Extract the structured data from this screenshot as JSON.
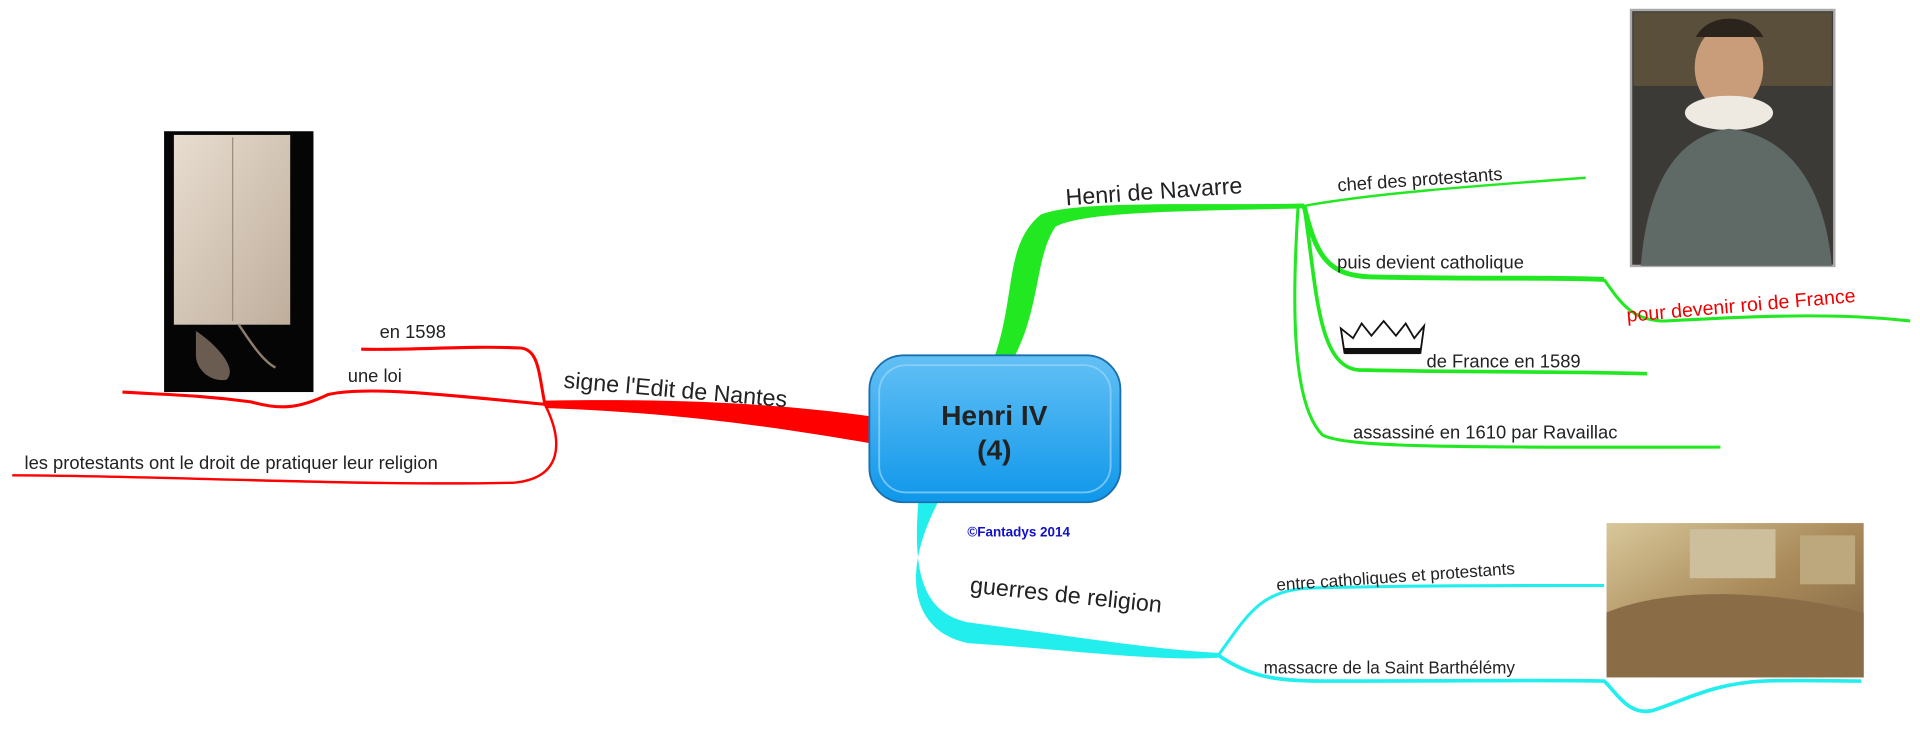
{
  "center": {
    "title": "Henri IV",
    "subtitle": "(4)",
    "credit": "©Fantadys 2014"
  },
  "branches": {
    "edit": {
      "label": "signe l'Edit de Nantes",
      "color": "#ff0000",
      "children": [
        "en 1598",
        "une loi",
        "les protestants ont le droit de pratiquer leur religion"
      ]
    },
    "navarre": {
      "label": "Henri de Navarre",
      "color": "#22e822",
      "children": [
        "chef des protestants",
        "puis devient catholique",
        "de France en 1589",
        "assassiné en 1610 par Ravaillac"
      ],
      "sub_child": "pour devenir roi de France",
      "sub_child_color": "#ee0000"
    },
    "guerres": {
      "label": "guerres de religion",
      "color": "#22eeee",
      "children": [
        "entre catholiques et protestants",
        "massacre de la Saint Barthélémy"
      ]
    }
  },
  "images": [
    "edit-document-image",
    "henri-portrait-image",
    "crown-icon",
    "massacre-painting-image"
  ]
}
